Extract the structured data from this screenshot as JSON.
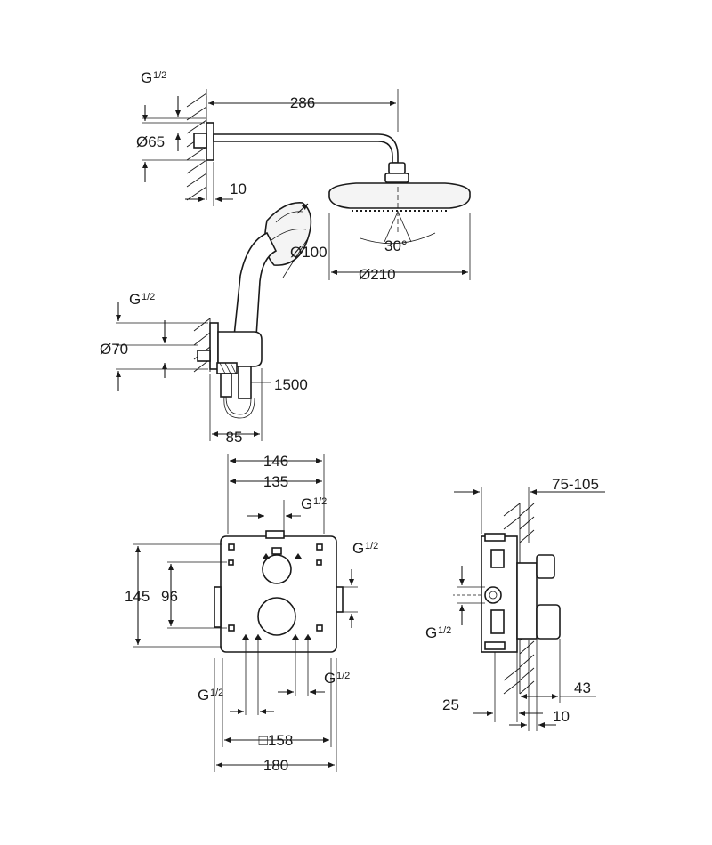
{
  "top_view": {
    "arm_length": "286",
    "thread_top": "G",
    "thread_top_frac": "1/2",
    "flange_diameter": "Ø65",
    "wall_offset": "10",
    "head_diameter": "Ø210",
    "hand_diameter": "Ø100",
    "spray_angle": "30°",
    "thread_mid": "G",
    "thread_mid_frac": "1/2",
    "elbow_diameter": "Ø70",
    "hose_length": "1500",
    "elbow_depth": "85"
  },
  "front_view": {
    "width_outer": "146",
    "width_inner": "135",
    "thread_top": "G",
    "thread_top_frac": "1/2",
    "thread_right": "G",
    "thread_right_frac": "1/2",
    "height_outer": "145",
    "height_inner": "96",
    "thread_bottom_left": "G",
    "thread_bottom_left_frac": "1/2",
    "thread_bottom_right": "G",
    "thread_bottom_right_frac": "1/2",
    "plate_square": "□158",
    "plate_width": "180"
  },
  "side_view": {
    "install_depth": "75-105",
    "thread": "G",
    "thread_frac": "1/2",
    "dim_25": "25",
    "dim_43": "43",
    "dim_10": "10"
  }
}
